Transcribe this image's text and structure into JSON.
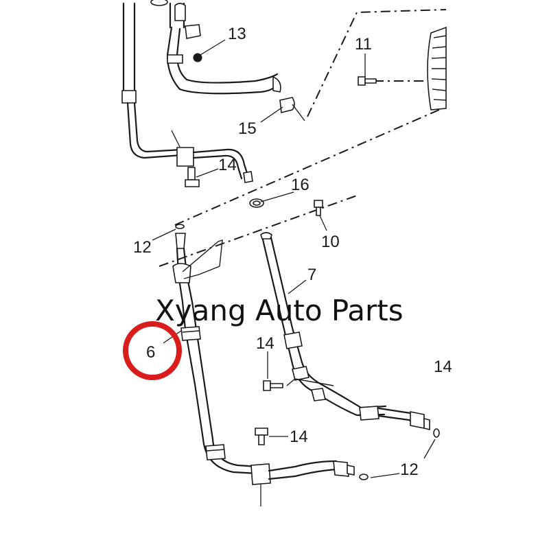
{
  "watermark": "Xyang Auto Parts",
  "highlight_color": "#d91c1c",
  "highlighted_callout": "6",
  "callouts": {
    "c13": "13",
    "c11": "11",
    "c15": "15",
    "c14_top": "14",
    "c16": "16",
    "c12_left": "12",
    "c10": "10",
    "c7": "7",
    "c6": "6",
    "c14_mid": "14",
    "c14_edge": "14",
    "c14_bottom": "14",
    "c12_right": "12"
  }
}
